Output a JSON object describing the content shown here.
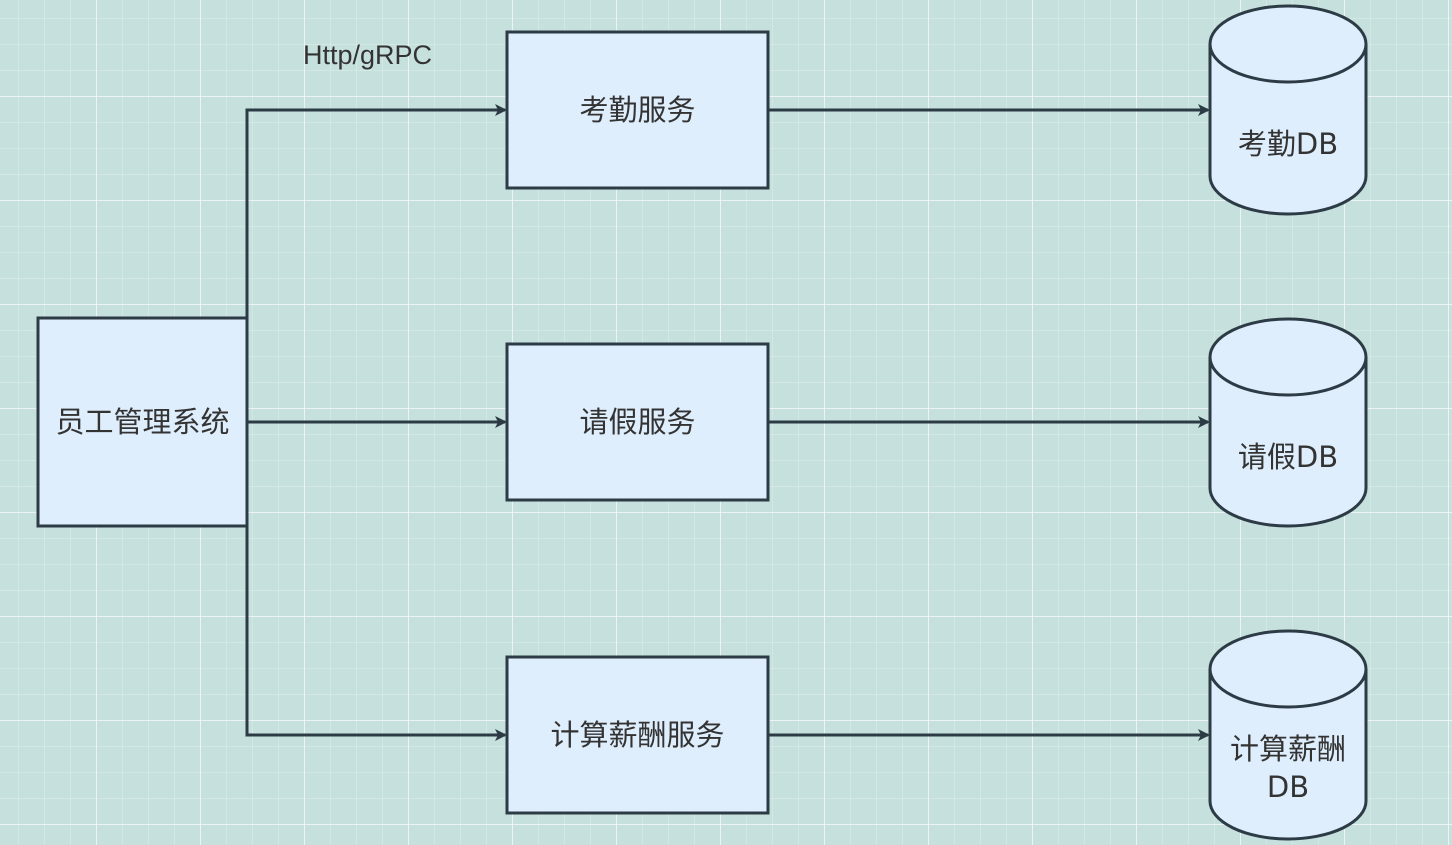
{
  "diagram": {
    "edge_label": "Http/gRPC",
    "source": {
      "label": "员工管理系统"
    },
    "services": [
      {
        "label": "考勤服务"
      },
      {
        "label": "请假服务"
      },
      {
        "label": "计算薪酬服务"
      }
    ],
    "databases": [
      {
        "label": "考勤DB"
      },
      {
        "label": "请假DB"
      },
      {
        "label": "计算薪酬\nDB"
      }
    ],
    "colors": {
      "node_fill": "#dfeefc",
      "stroke": "#2c3b45",
      "text": "#333333"
    }
  }
}
